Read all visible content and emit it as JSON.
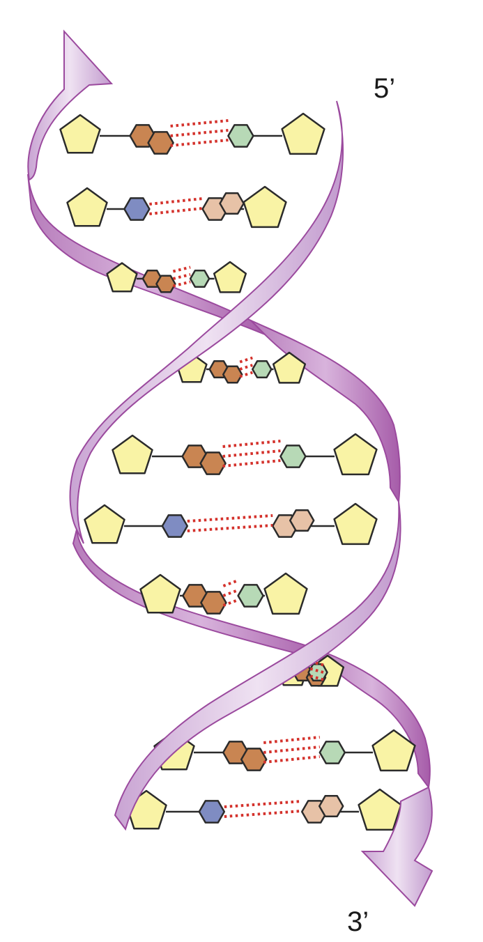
{
  "labels": {
    "five_prime": "5’",
    "three_prime": "3’"
  },
  "colors": {
    "ribbon_light": "#eee0f0",
    "ribbon_mid": "#d3b3dc",
    "ribbon_dark": "#a85aa8",
    "ribbon_edge": "#9b4a9e",
    "sugar": "#f9f3a5",
    "purine_orange": "#c98552",
    "pyrimidine_green": "#b7d9b6",
    "pyrimidine_blue": "#7f8cc2",
    "purine_tan": "#e7c2a7",
    "hydrogen_bond": "#d4322c"
  },
  "base_pairs": [
    {
      "left": "orange-purine",
      "right": "green-pyrimidine"
    },
    {
      "left": "blue-pyrimidine",
      "right": "tan-purine"
    },
    {
      "left": "orange-purine",
      "right": "green-pyrimidine"
    },
    {
      "left": "orange-purine",
      "right": "green-pyrimidine"
    },
    {
      "left": "orange-purine",
      "right": "green-pyrimidine"
    },
    {
      "left": "blue-pyrimidine",
      "right": "tan-purine"
    },
    {
      "left": "orange-purine",
      "right": "green-pyrimidine"
    },
    {
      "left": "orange-purine",
      "right": "green-pyrimidine"
    },
    {
      "left": "orange-purine",
      "right": "green-pyrimidine"
    },
    {
      "left": "blue-pyrimidine",
      "right": "tan-purine"
    }
  ]
}
